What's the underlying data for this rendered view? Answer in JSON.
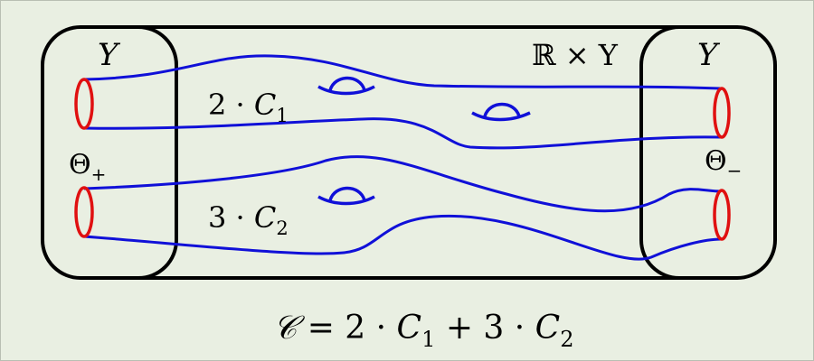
{
  "labels": {
    "left_manifold": "Y",
    "right_manifold": "Y",
    "cylinder": "ℝ × Y",
    "theta_plus_base": "Θ",
    "theta_plus_sub": "+",
    "theta_minus_base": "Θ",
    "theta_minus_sub": "−",
    "upper_component_coef": "2 · ",
    "upper_component_var": "C",
    "upper_component_sub": "1",
    "lower_component_coef": "3 · ",
    "lower_component_var": "C",
    "lower_component_sub": "2"
  },
  "equation": {
    "lhs": "𝒞",
    "eq": " = 2 · ",
    "var1": "C",
    "sub1": "1",
    "plus": " + 3 · ",
    "var2": "C",
    "sub2": "2"
  },
  "colors": {
    "background": "#e9efe2",
    "outline": "#000000",
    "curve": "#1010d8",
    "orbit": "#e01010"
  }
}
